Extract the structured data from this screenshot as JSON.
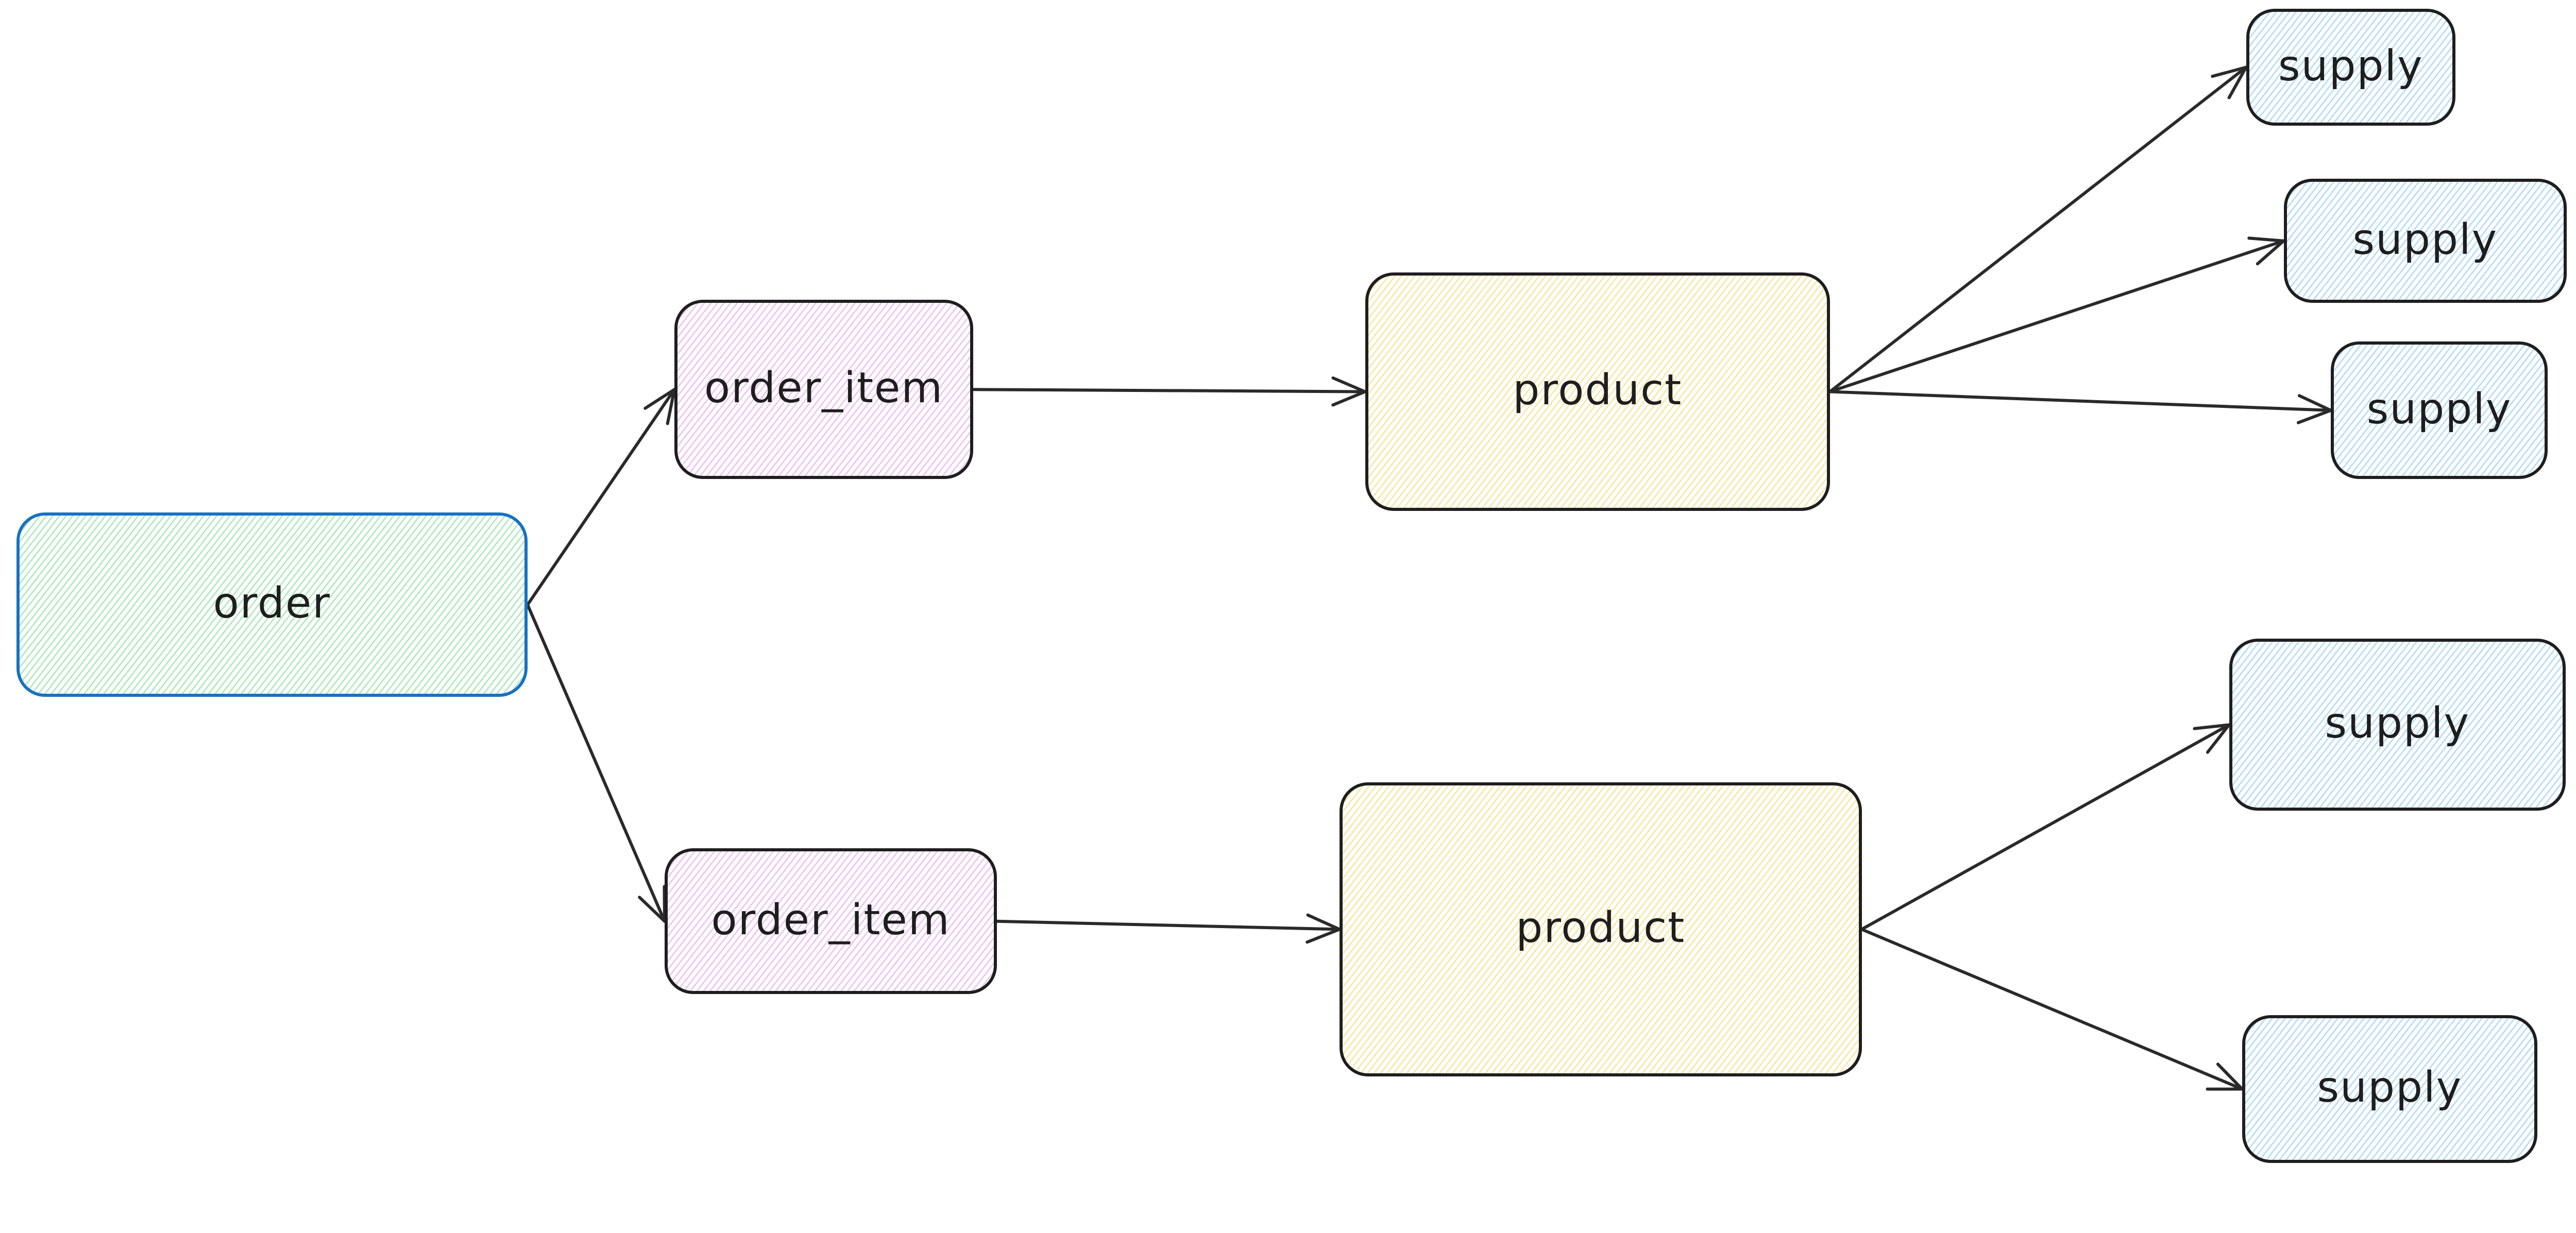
{
  "diagram": {
    "type": "flowchart",
    "style": "hand-drawn-hachure",
    "nodes": [
      {
        "id": "order",
        "label": "order",
        "palette": "green"
      },
      {
        "id": "order_item_1",
        "label": "order_item",
        "palette": "violet"
      },
      {
        "id": "order_item_2",
        "label": "order_item",
        "palette": "violet"
      },
      {
        "id": "product_1",
        "label": "product",
        "palette": "yellow"
      },
      {
        "id": "product_2",
        "label": "product",
        "palette": "yellow"
      },
      {
        "id": "supply_1",
        "label": "supply",
        "palette": "blue"
      },
      {
        "id": "supply_2",
        "label": "supply",
        "palette": "blue"
      },
      {
        "id": "supply_3",
        "label": "supply",
        "palette": "blue"
      },
      {
        "id": "supply_4",
        "label": "supply",
        "palette": "blue"
      },
      {
        "id": "supply_5",
        "label": "supply",
        "palette": "blue"
      }
    ],
    "edges": [
      {
        "from": "order",
        "to": "order_item_1"
      },
      {
        "from": "order",
        "to": "order_item_2"
      },
      {
        "from": "order_item_1",
        "to": "product_1"
      },
      {
        "from": "order_item_2",
        "to": "product_2"
      },
      {
        "from": "product_1",
        "to": "supply_1"
      },
      {
        "from": "product_1",
        "to": "supply_2"
      },
      {
        "from": "product_1",
        "to": "supply_3"
      },
      {
        "from": "product_2",
        "to": "supply_4"
      },
      {
        "from": "product_2",
        "to": "supply_5"
      }
    ]
  },
  "colors": {
    "canvas-bg": "#ffffff",
    "stroke-dark": "#1e1e1e",
    "stroke-blue": "#1971c2",
    "hatch-green": "#aee8bc",
    "hatch-violet": "#ecc3f2",
    "hatch-yellow": "#f8e7a1",
    "hatch-blue": "#b5dcf6",
    "arrow": "#2a2a2a",
    "label": "#1e1e1e"
  }
}
